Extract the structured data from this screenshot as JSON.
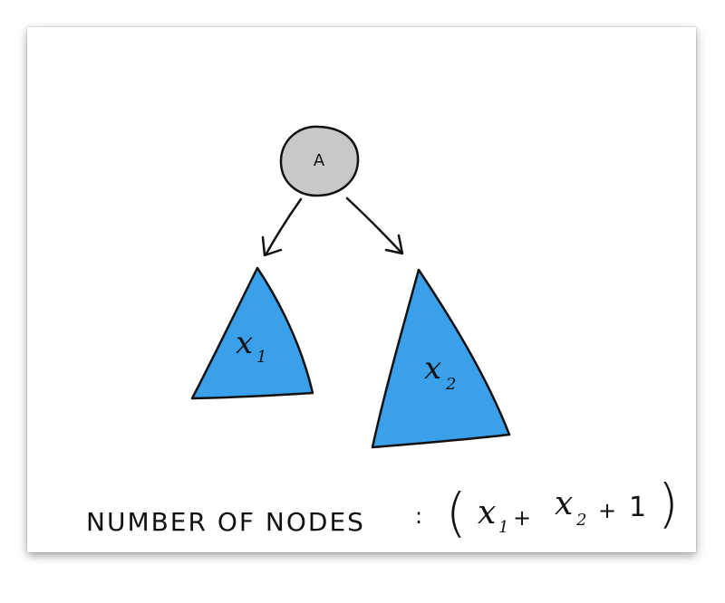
{
  "colors": {
    "node_fill": "#c8c8c8",
    "subtree_fill": "#3aa0ea",
    "ink": "#111111"
  },
  "root": {
    "label": "A"
  },
  "left_subtree": {
    "var": "x",
    "sub": "1"
  },
  "right_subtree": {
    "var": "x",
    "sub": "2"
  },
  "caption": {
    "label": "NUMBER OF NODES",
    "separator": ":",
    "open_paren": "(",
    "term1_var": "x",
    "term1_sub": "1",
    "plus1": "+",
    "term2_var": "x",
    "term2_sub": "2",
    "plus2": "+",
    "one": "1",
    "close_paren": ")"
  }
}
